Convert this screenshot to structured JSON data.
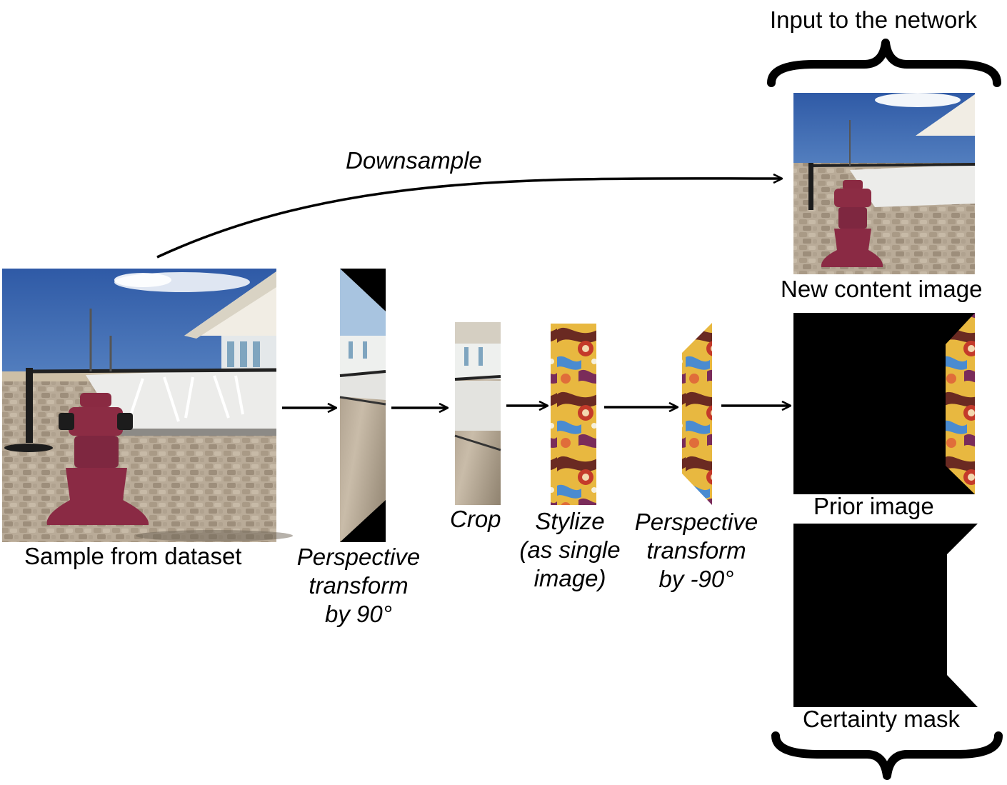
{
  "header": {
    "title": "Input to the network"
  },
  "flow": {
    "downsample": "Downsample",
    "sample": "Sample from dataset",
    "persp_fwd": [
      "Perspective",
      "transform",
      "by 90°"
    ],
    "crop": "Crop",
    "stylize": [
      "Stylize",
      "(as single",
      "image)"
    ],
    "persp_back": [
      "Perspective",
      "transform",
      "by -90°"
    ]
  },
  "outputs": {
    "content": "New content image",
    "prior": "Prior image",
    "mask": "Certainty mask"
  }
}
